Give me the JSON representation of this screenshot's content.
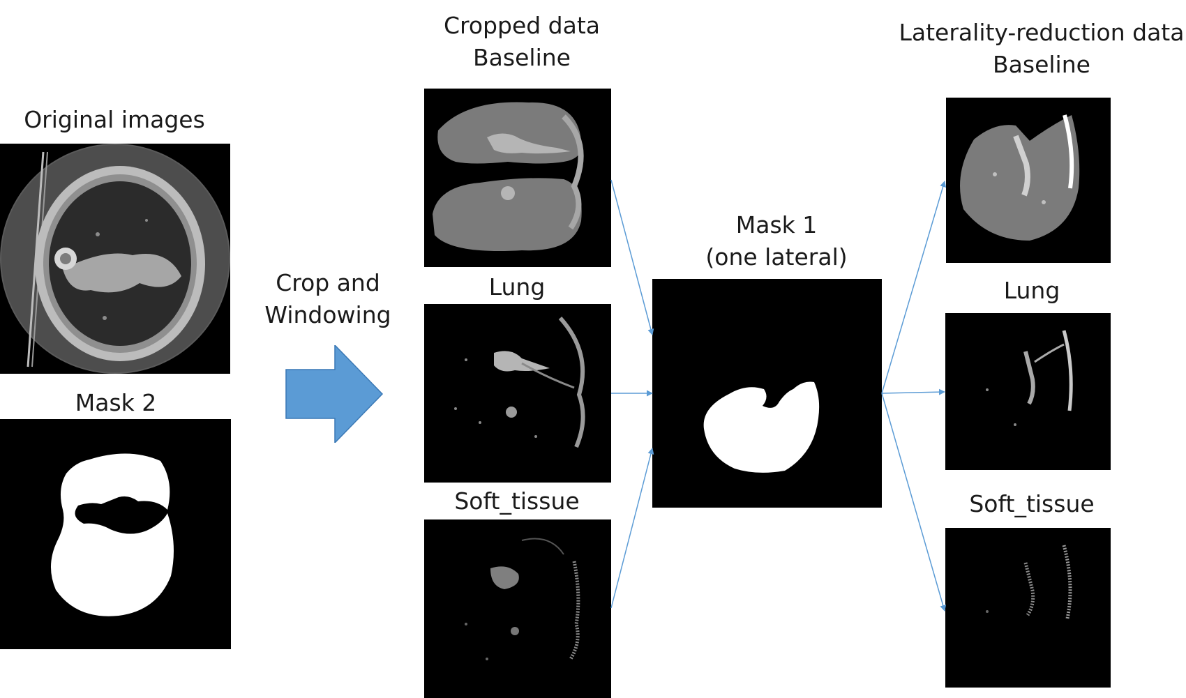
{
  "colors": {
    "background": "#ffffff",
    "panel_bg": "#000000",
    "arrow_blue": "#5b9bd5",
    "connector_blue": "#5b9bd5"
  },
  "labels": {
    "original_images": "Original images",
    "mask_2": "Mask 2",
    "crop_line1": "Crop and",
    "crop_line2": "Windowing",
    "cropped_line1": "Cropped data",
    "cropped_line2": "Baseline",
    "lung_mid": "Lung",
    "soft_mid": "Soft_tissue",
    "mask1_line1": "Mask 1",
    "mask1_line2": "(one lateral)",
    "lat_line1": "Laterality-reduction data",
    "lat_line2": "Baseline",
    "lung_right": "Lung",
    "soft_right": "Soft_tissue"
  },
  "icons": {
    "process_arrow": "right-block-arrow"
  }
}
